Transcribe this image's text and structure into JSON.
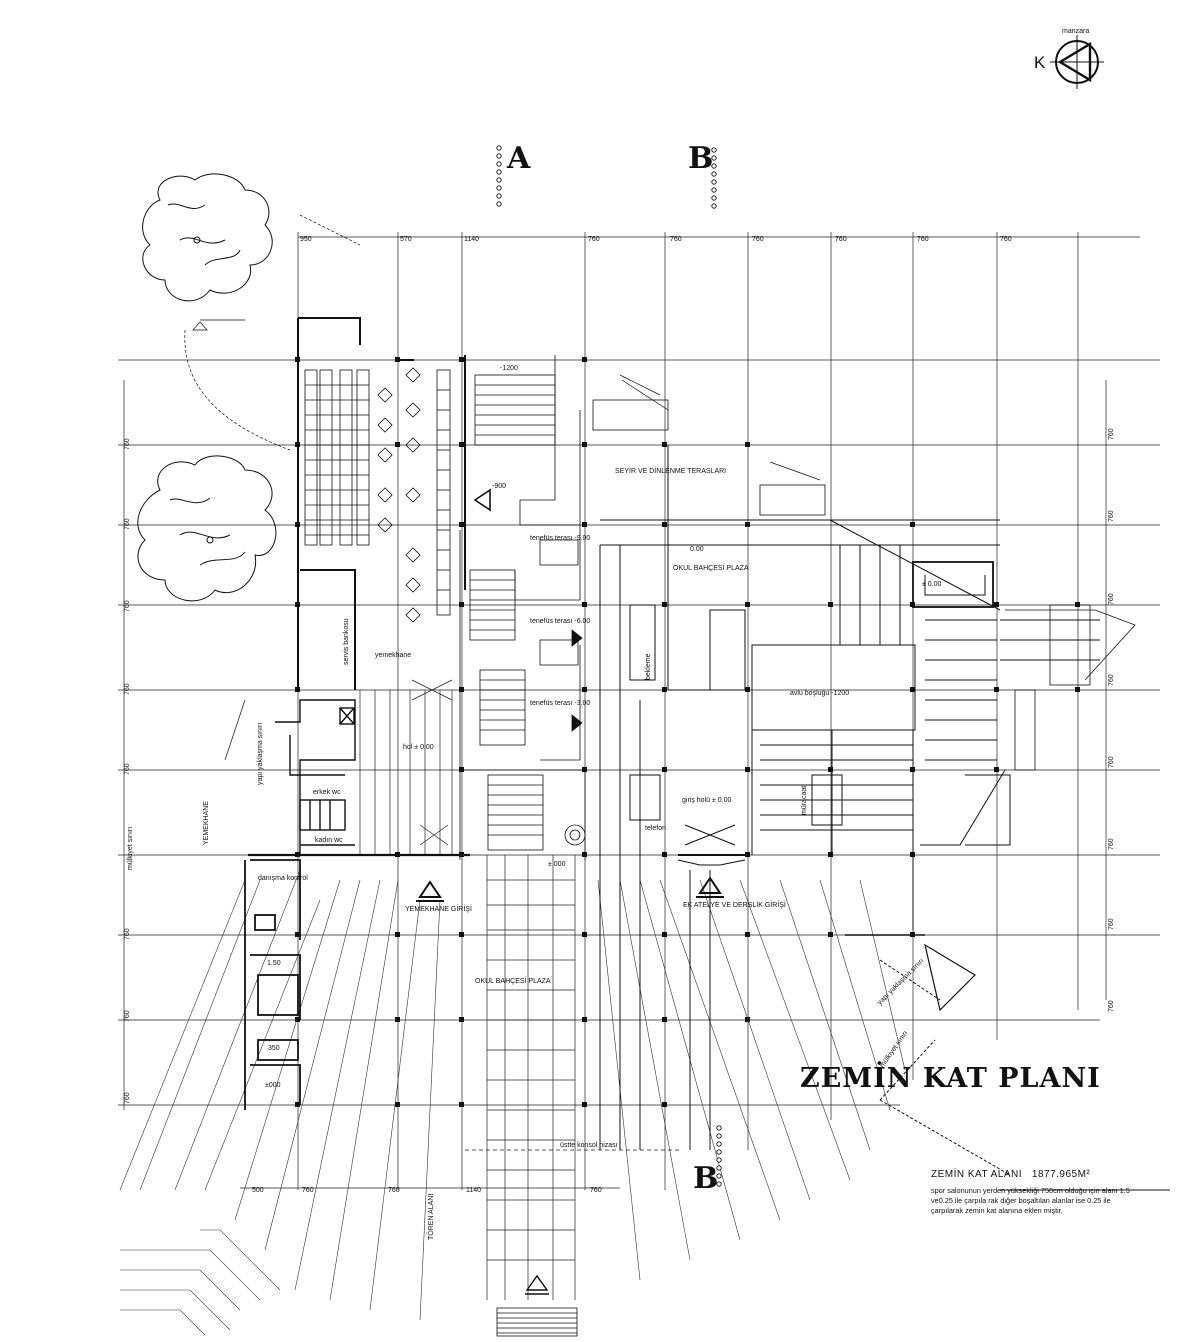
{
  "compass": {
    "letter": "K",
    "caption": "manzara"
  },
  "section_marks": {
    "a_top": "A",
    "b_top": "B",
    "b_bottom": "B"
  },
  "dimensions": {
    "top": [
      "950",
      "570",
      "1140",
      "760",
      "760",
      "760",
      "760",
      "760",
      "760"
    ],
    "right": [
      "760",
      "760",
      "760",
      "760",
      "760",
      "760",
      "760",
      "760"
    ],
    "left": [
      "760",
      "760",
      "760",
      "760",
      "760",
      "760",
      "760",
      "760"
    ],
    "bottom": [
      "500",
      "760",
      "760",
      "1140",
      "760"
    ]
  },
  "labels": {
    "tier_1200": "-1200",
    "level_900": "-900",
    "seyir": "SEYİR VE DİNLENME TERASLARI",
    "tenefus_1": "tenefüs terası -9.00",
    "tenefus_2": "tenefüs terası -6.00",
    "tenefus_3": "tenefüs terası -3.00",
    "okul_bahcesi_upper": "OKUL BAHÇESİ PLAZA",
    "level_000_upper": "0.00",
    "level_000_right": "± 0.00",
    "servis_bankosu": "servis bankosu",
    "yemekhane": "yemekhane",
    "bekleme": "bekleme",
    "avlu": "avlu boşluğu -1200",
    "hol": "hol ± 0.00",
    "yapi_yaklasma_left": "yapı yaklaşma sınırı",
    "erkek_wc": "erkek wc",
    "kadin_wc": "kadın wc",
    "yemekhane_side": "YEMEKHANE",
    "mulkiyet_left": "mülkiyet sınırı",
    "giris_holu": "giriş holü ± 0.00",
    "muracaat": "müracaat",
    "telefon": "telefon",
    "level_stage": "± 000",
    "yemekhane_girisi": "YEMEKHANE GİRİŞİ",
    "atelye_girisi": "EK ATELYE VE DERSLİK GİRİŞİ",
    "danisma": "danışma kontrol",
    "level_150": "1.50",
    "level_350": "350",
    "level_000_low": "±000",
    "okul_bahcesi_lower": "OKUL BAHÇESİ PLAZA",
    "yapi_yaklasma_right": "yapı yaklaşma sınırı",
    "mulkiyet_right": "mülkiyet sınırı",
    "konsol": "üstte konsol hizası",
    "toren": "TÖREN ALANI"
  },
  "title": "ZEMİN KAT PLANI",
  "area": {
    "label": "ZEMİN KAT ALANI",
    "value": "1877.965M²"
  },
  "note": "spor salonunun yerden yüksekliği 750cm olduğu için alanı 1.5 ve0.25 ile çarpıla rak diğer boşaltılan alanlar ise 0.25 ile çarpılarak zemin kat alanına eklen miştir."
}
